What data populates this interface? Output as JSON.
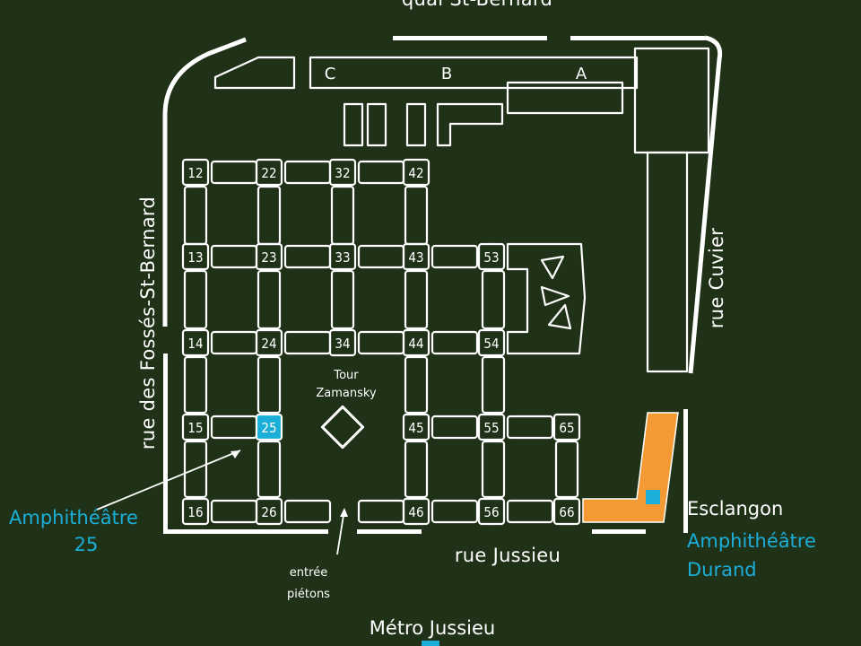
{
  "streets": {
    "north": "quai St-Bernard",
    "west": "rue des Fossés-St-Bernard",
    "east": "rue Cuvier",
    "south": "rue Jussieu"
  },
  "wings": [
    "C",
    "B",
    "A"
  ],
  "tower": {
    "line1": "Tour",
    "line2": "Zamansky"
  },
  "buildings": {
    "b12": "12",
    "b22": "22",
    "b32": "32",
    "b42": "42",
    "b13": "13",
    "b23": "23",
    "b33": "33",
    "b43": "43",
    "b53": "53",
    "b14": "14",
    "b24": "24",
    "b34": "34",
    "b44": "44",
    "b54": "54",
    "b15": "15",
    "b25": "25",
    "b45": "45",
    "b55": "55",
    "b65": "65",
    "b16": "16",
    "b26": "26",
    "b46": "46",
    "b56": "56",
    "b66": "66"
  },
  "labels": {
    "amphi25_line1": "Amphithéâtre",
    "amphi25_line2": "25",
    "entrance_line1": "entrée",
    "entrance_line2": "piétons",
    "esclangon": "Esclangon",
    "durand_line1": "Amphithéâtre",
    "durand_line2": "Durand",
    "metro": "Métro Jussieu"
  },
  "colors": {
    "background": "#1f3217",
    "lines": "#ffffff",
    "accent": "#1aaed8",
    "esclangon_building": "#f39a34"
  }
}
